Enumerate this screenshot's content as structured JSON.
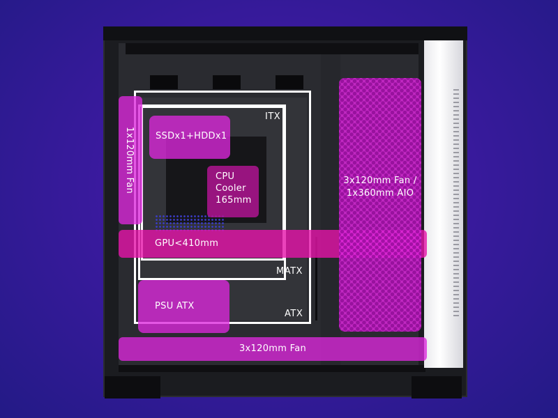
{
  "case": {
    "zones": {
      "ssd_hdd": "SSDx1+HDDx1",
      "cpu_line1": "CPU",
      "cpu_line2": "Cooler",
      "cpu_line3": "165mm",
      "gpu": "GPU<410mm",
      "psu": "PSU ATX",
      "side_fan": "1x120mm Fan",
      "front_line1": "3x120mm Fan /",
      "front_line2": "1x360mm AIO",
      "bottom_fan": "3x120mm Fan"
    },
    "form_factors": {
      "itx": "ITX",
      "matx": "MATX",
      "atx": "ATX"
    }
  },
  "colors": {
    "background": "#3a1a9e",
    "highlight": "#dc28dc",
    "highlight_dark": "#b41496",
    "frame": "#ffffff"
  }
}
